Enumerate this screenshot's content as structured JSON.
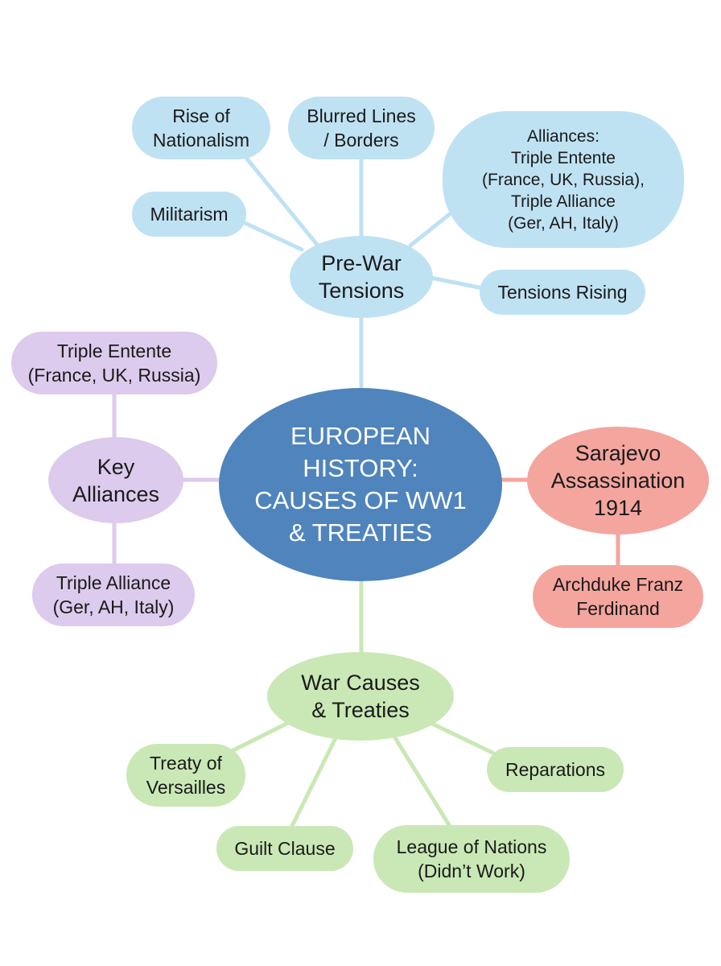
{
  "central": {
    "label": "EUROPEAN\nHISTORY:\nCAUSES OF WW1\n& TREATIES"
  },
  "branches": {
    "pre_war": {
      "label": "Pre-War\nTensions",
      "color": "#bfe2f3",
      "link_color": "#bfe2f3",
      "children": {
        "nationalism": "Rise of\nNationalism",
        "blurred_lines": "Blurred Lines\n/ Borders",
        "alliances": "Alliances:\nTriple Entente\n(France, UK, Russia),\nTriple Alliance\n(Ger, AH, Italy)",
        "militarism": "Militarism",
        "tensions_rising": "Tensions Rising"
      }
    },
    "key_alliances": {
      "label": "Key\nAlliances",
      "color": "#dccbed",
      "link_color": "#dccbed",
      "children": {
        "triple_entente": "Triple Entente\n(France, UK, Russia)",
        "triple_alliance": "Triple Alliance\n(Ger, AH, Italy)"
      }
    },
    "sarajevo": {
      "label": "Sarajevo\nAssassination\n1914",
      "color": "#f4a59e",
      "link_color": "#f4a59e",
      "children": {
        "archduke": "Archduke Franz\nFerdinand"
      }
    },
    "war_causes": {
      "label": "War Causes\n& Treaties",
      "color": "#c9e8b5",
      "link_color": "#c9e8b5",
      "children": {
        "versailles": "Treaty of\nVersailles",
        "reparations": "Reparations",
        "guilt_clause": "Guilt Clause",
        "league": "League of Nations\n(Didn’t Work)"
      }
    }
  },
  "central_color": "#4f84bd"
}
